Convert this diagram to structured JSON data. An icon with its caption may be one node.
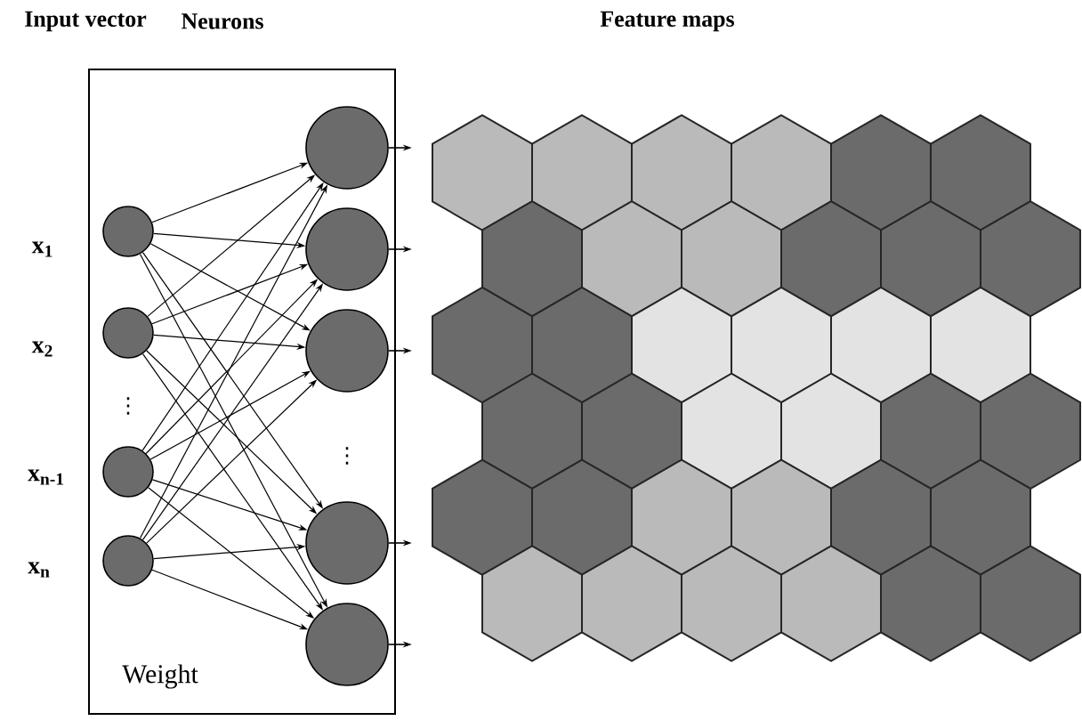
{
  "diagram": {
    "nodes": [
      {
        "text": [],
        "shape": "box"
      },
      {
        "text": [],
        "shape": "circle",
        "in": 0,
        "beside": [
          "x$_{1}$"
        ]
      },
      {
        "text": [],
        "shape": "circle",
        "in": 0,
        "beside": [
          "x$_{2}$"
        ]
      },
      {
        "text": [],
        "shape": "circle",
        "in": 0,
        "beside": [
          "x$_{n-1}$"
        ]
      },
      {
        "text": [],
        "shape": "circle",
        "in": 0,
        "beside": [
          "x$_{n}$"
        ]
      },
      {
        "text": [],
        "shape": "circle",
        "in": 0
      },
      {
        "text": [],
        "shape": "circle",
        "in": 0
      },
      {
        "text": [],
        "shape": "circle",
        "in": 0
      },
      {
        "text": [],
        "shape": "circle",
        "in": 0
      },
      {
        "text": [],
        "shape": "circle",
        "in": 0
      }
    ],
    "edges": [
      {
        "from": 1,
        "to": 5,
        "arrow": "to"
      },
      {
        "from": 1,
        "to": 6,
        "arrow": "to"
      },
      {
        "from": 1,
        "to": 7,
        "arrow": "to"
      },
      {
        "from": 1,
        "to": 8,
        "arrow": "to"
      },
      {
        "from": 1,
        "to": 9,
        "arrow": "to"
      },
      {
        "from": 2,
        "to": 5,
        "arrow": "to"
      },
      {
        "from": 2,
        "to": 6,
        "arrow": "to"
      },
      {
        "from": 2,
        "to": 7,
        "arrow": "to"
      },
      {
        "from": 2,
        "to": 8,
        "arrow": "to"
      },
      {
        "from": 2,
        "to": 9,
        "arrow": "to"
      },
      {
        "from": 3,
        "to": 5,
        "arrow": "to"
      },
      {
        "from": 3,
        "to": 6,
        "arrow": "to"
      },
      {
        "from": 3,
        "to": 7,
        "arrow": "to"
      },
      {
        "from": 3,
        "to": 8,
        "arrow": "to"
      },
      {
        "from": 3,
        "to": 9,
        "arrow": "to"
      },
      {
        "from": 4,
        "to": 5,
        "arrow": "to"
      },
      {
        "from": 4,
        "to": 6,
        "arrow": "to"
      },
      {
        "from": 4,
        "to": 7,
        "arrow": "to"
      },
      {
        "from": 4,
        "to": 8,
        "arrow": "to"
      },
      {
        "from": 4,
        "to": 9,
        "arrow": "to"
      },
      {
        "from": 5,
        "to": null,
        "arrow": "to"
      },
      {
        "from": 6,
        "to": null,
        "arrow": "to"
      },
      {
        "from": 7,
        "to": null,
        "arrow": "to"
      },
      {
        "from": 8,
        "to": null,
        "arrow": "to"
      },
      {
        "from": 9,
        "to": null,
        "arrow": "to"
      }
    ],
    "labels": [
      "Input vector",
      "Neurons",
      "Feature maps",
      "⋮",
      "⋮",
      "Weight"
    ]
  }
}
